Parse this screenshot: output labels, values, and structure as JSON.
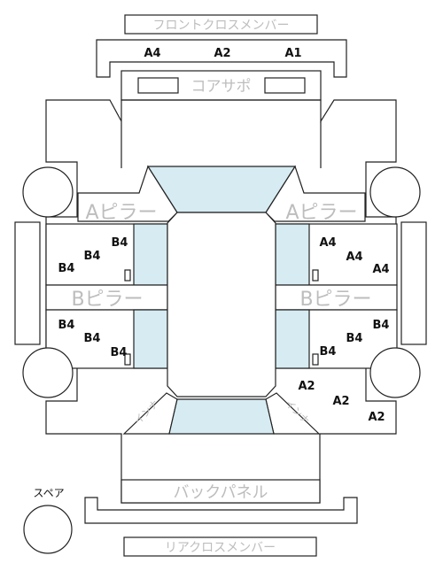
{
  "labels": {
    "front_cross_member": "フロントクロスメンバー",
    "core_support": "コアサポ",
    "a_pillar": "Aピラー",
    "b_pillar": "Bピラー",
    "back_panel": "バックパネル",
    "rear_cross_member": "リアクロスメンバー",
    "spare": "スペア",
    "inner_l": "インナ",
    "inner_r": "インナ"
  },
  "grades": {
    "front_top": [
      "A4",
      "A2",
      "A1"
    ],
    "left_upper": [
      "B4",
      "B4",
      "B4"
    ],
    "left_lower": [
      "B4",
      "B4",
      "B4"
    ],
    "right_upper": [
      "A4",
      "A4",
      "A4"
    ],
    "right_lower": [
      "B4",
      "B4",
      "B4"
    ],
    "rear_right": [
      "A2",
      "A2",
      "A2"
    ]
  },
  "colors": {
    "line": "#222222",
    "glass": "#d6ebf2",
    "gray_text": "#bdbdbd"
  }
}
